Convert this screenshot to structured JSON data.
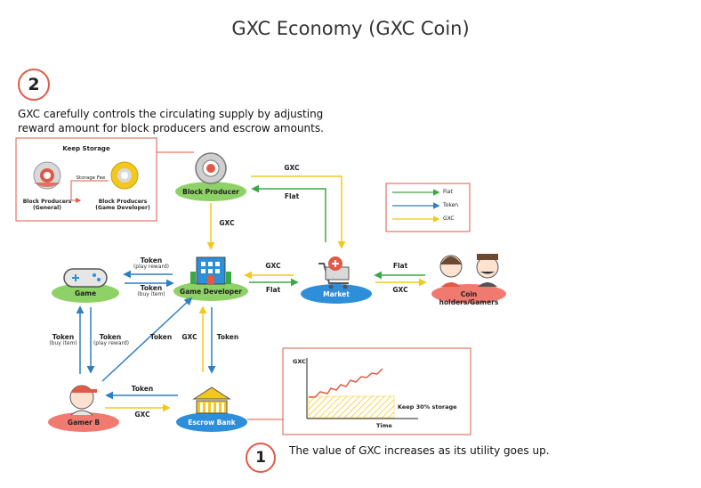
{
  "title": "GXC Economy (GXC Coin)",
  "step2": {
    "number": "2",
    "text": " GXC carefully controls the circulating supply by adjusting reward amount for block producers and escrow amounts."
  },
  "step1": {
    "number": "1",
    "text": "The value of GXC increases as its utility goes up."
  },
  "keep_storage": {
    "title": "Keep Storage",
    "fee_label": "Storage Fee",
    "left_label_1": "Block Producers",
    "left_label_2": "(General)",
    "right_label_1": "Block Producers",
    "right_label_2": "(Game Developer)"
  },
  "legend": {
    "items": [
      {
        "label": "Fiat",
        "color": "#3aa845"
      },
      {
        "label": "Token",
        "color": "#2f7fc1"
      },
      {
        "label": "GXC",
        "color": "#f2c81e"
      }
    ]
  },
  "nodes": {
    "block_producer": "Block Producer",
    "game_developer": "Game Developer",
    "market": "Market",
    "coin_holders": "Coin holders/Gamers",
    "game": "Game",
    "gamer_b": "Gamer B",
    "escrow_bank": "Escrow Bank"
  },
  "edges": {
    "bp_market_gxc": "GXC",
    "market_bp_fiat": "Flat",
    "bp_dev_gxc": "GXC",
    "market_dev_gxc": "GXC",
    "dev_market_fiat": "Flat",
    "holders_market_fiat": "Flat",
    "market_holders_gxc": "GXC",
    "dev_game_token": "Token",
    "dev_game_token_sub": "(play reward)",
    "game_dev_token": "Token",
    "game_dev_token_sub": "(buy item)",
    "gamer_game_token": "Token",
    "gamer_game_token_sub": "(buy item)",
    "game_gamer_token": "Token",
    "game_gamer_token_sub": "(play reward)",
    "gamer_dev_token": "Token",
    "escrow_dev_gxc": "GXC",
    "dev_escrow_token": "Token",
    "escrow_gamer_token": "Token",
    "gamer_escrow_gxc": "GXC"
  },
  "inset_chart": {
    "ylabel": "GXC",
    "xlabel": "Time",
    "band_label": "Keep 30% storage"
  },
  "colors": {
    "fiat": "#3aa845",
    "token": "#2f7fc1",
    "gxc": "#f2c81e",
    "accent": "#e05a47",
    "green_node": "#8ed166",
    "blue_node": "#2d8ed9",
    "red_node": "#f07a6f"
  }
}
